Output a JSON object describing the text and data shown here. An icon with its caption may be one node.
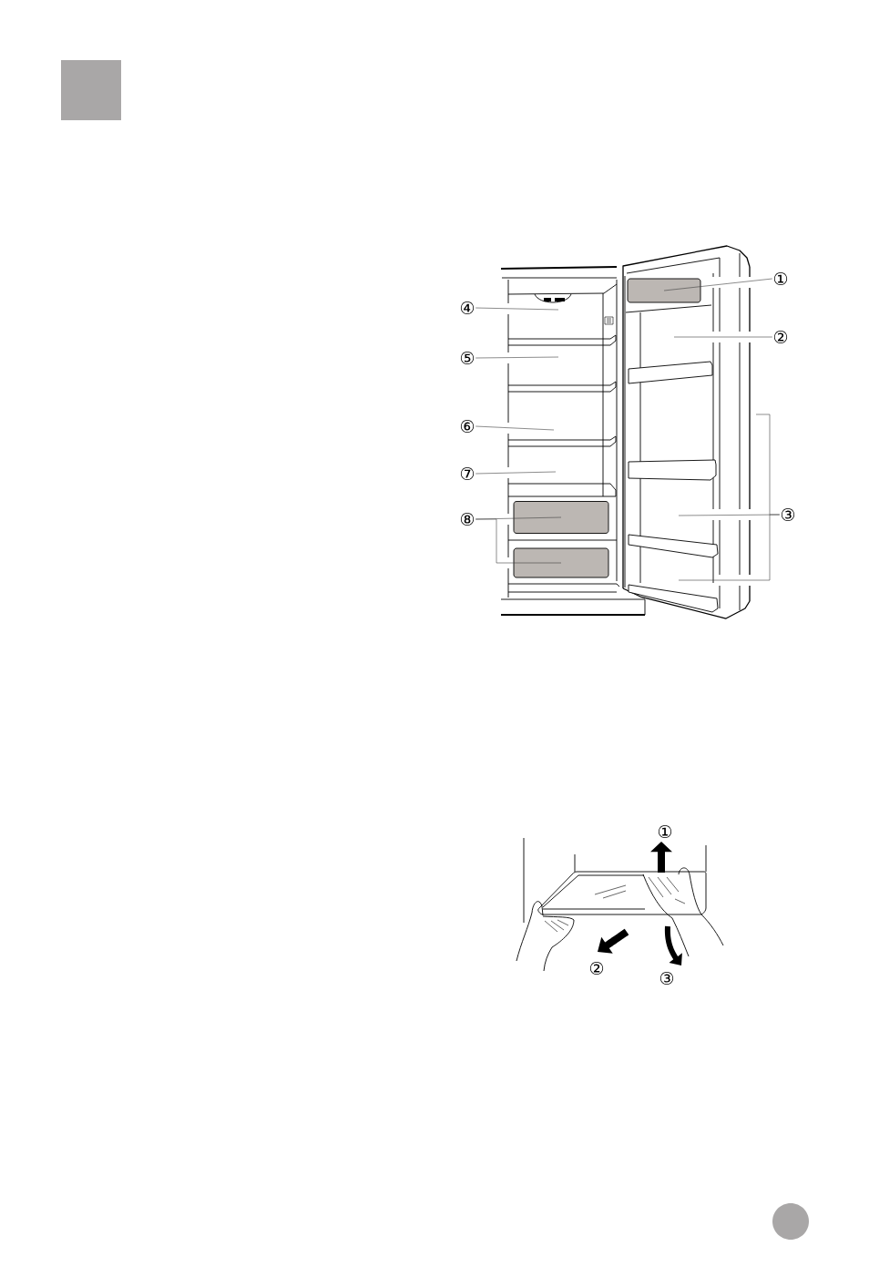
{
  "diagram": {
    "nodes": [
      {
        "text": [
          "①"
        ]
      },
      {
        "text": [
          "②"
        ]
      },
      {
        "text": [
          "③"
        ]
      },
      {
        "text": [
          "④"
        ]
      },
      {
        "text": [
          "⑤"
        ]
      },
      {
        "text": [
          "⑥"
        ]
      },
      {
        "text": [
          "⑦"
        ]
      },
      {
        "text": [
          "⑧"
        ]
      },
      {
        "text": [],
        "shape": "picture"
      },
      {
        "text": [],
        "shape": "box",
        "in": 8
      },
      {
        "text": [],
        "shape": "box"
      },
      {
        "text": [],
        "shape": "box"
      }
    ],
    "edges": [
      {
        "from": 0,
        "to": 9,
        "arrow": "none"
      },
      {
        "from": 1,
        "to": 8,
        "arrow": "none"
      },
      {
        "from": 2,
        "to": 8,
        "arrow": "none"
      },
      {
        "from": 2,
        "to": 8,
        "arrow": "none"
      },
      {
        "from": 3,
        "to": null,
        "arrow": "none"
      },
      {
        "from": 4,
        "to": null,
        "arrow": "none"
      },
      {
        "from": 5,
        "to": null,
        "arrow": "none"
      },
      {
        "from": 6,
        "to": null,
        "arrow": "none"
      },
      {
        "from": 7,
        "to": 10,
        "arrow": "none"
      },
      {
        "from": 7,
        "to": 11,
        "arrow": "none"
      }
    ],
    "labels": [
      "①",
      "②",
      "③"
    ]
  }
}
